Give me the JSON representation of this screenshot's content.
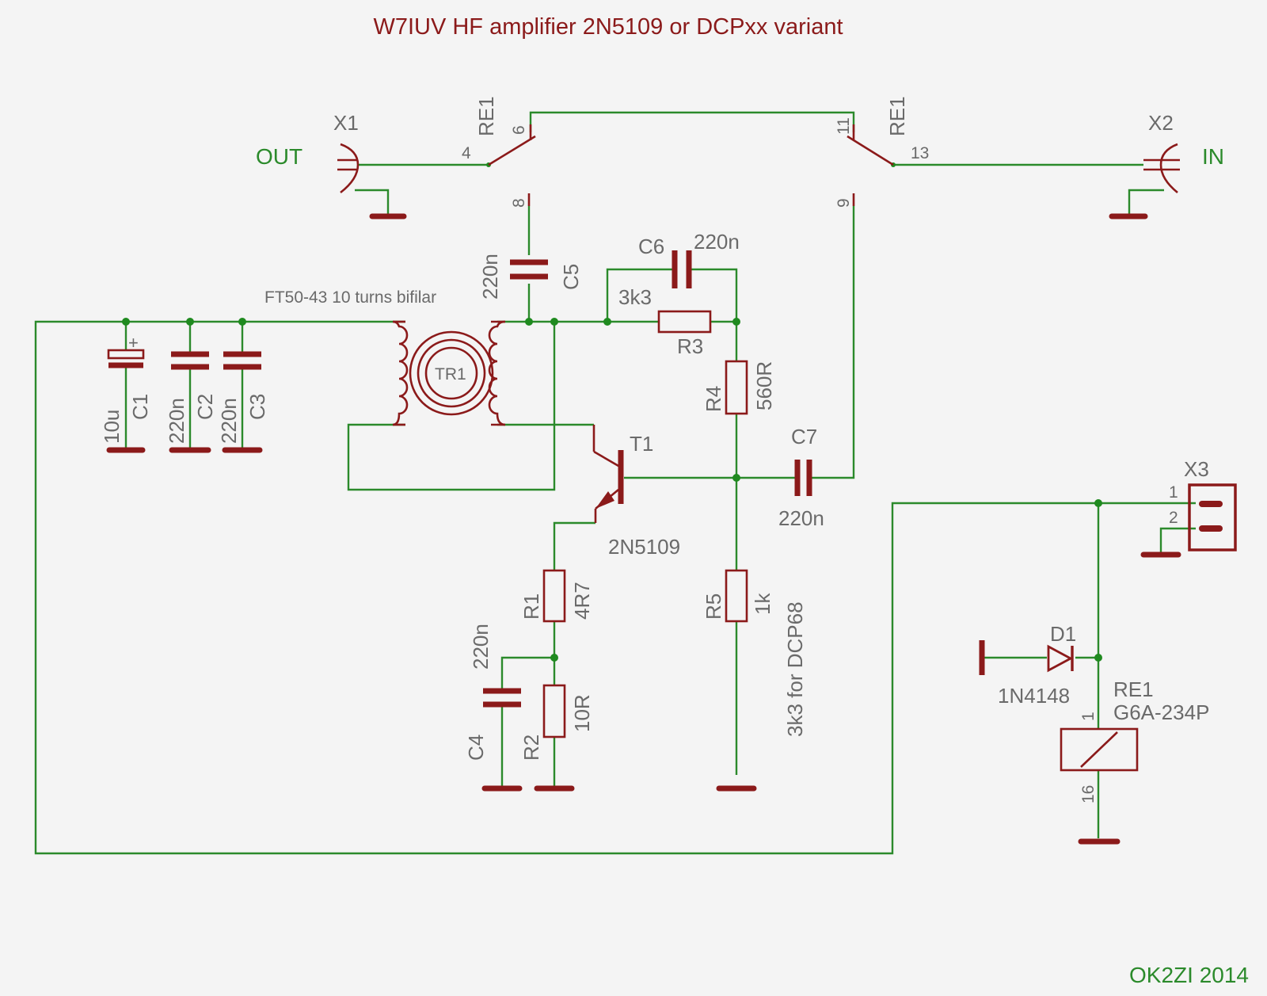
{
  "title": "W7IUV HF amplifier 2N5109 or DCPxx variant",
  "credit": "OK2ZI 2014",
  "connectors": {
    "x1": {
      "ref": "X1",
      "label": "OUT"
    },
    "x2": {
      "ref": "X2",
      "label": "IN"
    },
    "x3": {
      "ref": "X3",
      "pin1": "1",
      "pin2": "2"
    }
  },
  "relay_contacts": {
    "left": {
      "ref": "RE1",
      "common": "4",
      "nc": "6",
      "no": "8"
    },
    "right": {
      "ref": "RE1",
      "common": "13",
      "nc": "11",
      "no": "9"
    }
  },
  "transformer": {
    "ref": "TR1",
    "note": "FT50-43 10 turns bifilar"
  },
  "capacitors": {
    "c1": {
      "ref": "C1",
      "value": "10u"
    },
    "c2": {
      "ref": "C2",
      "value": "220n"
    },
    "c3": {
      "ref": "C3",
      "value": "220n"
    },
    "c4": {
      "ref": "C4",
      "value": "220n"
    },
    "c5": {
      "ref": "C5",
      "value": "220n"
    },
    "c6": {
      "ref": "C6",
      "value": "220n"
    },
    "c7": {
      "ref": "C7",
      "value": "220n"
    }
  },
  "resistors": {
    "r1": {
      "ref": "R1",
      "value": "4R7"
    },
    "r2": {
      "ref": "R2",
      "value": "10R"
    },
    "r3": {
      "ref": "R3",
      "value": "3k3"
    },
    "r4": {
      "ref": "R4",
      "value": "560R"
    },
    "r5": {
      "ref": "R5",
      "value": "1k",
      "note": "3k3 for DCP68"
    }
  },
  "transistor": {
    "ref": "T1",
    "part": "2N5109"
  },
  "diode": {
    "ref": "D1",
    "part": "1N4148"
  },
  "relay_coil": {
    "ref": "RE1",
    "part": "G6A-234P",
    "pin_top": "1",
    "pin_bottom": "16"
  }
}
